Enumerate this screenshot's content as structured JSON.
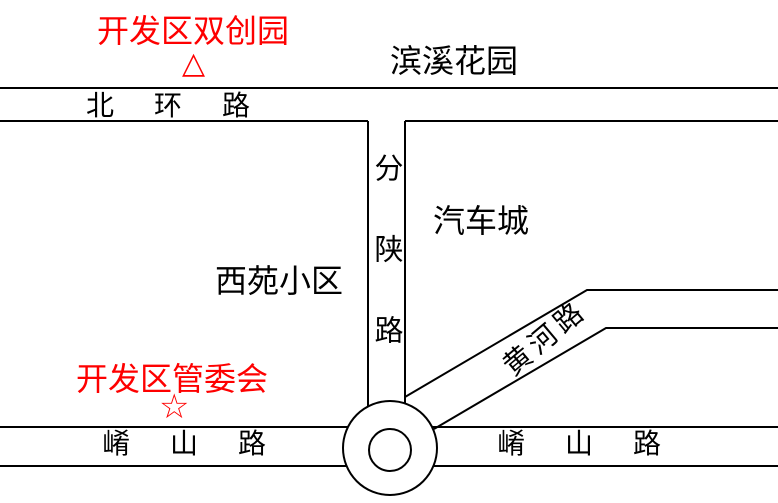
{
  "colors": {
    "road_line": "#000000",
    "landmark_red": "#fe0000",
    "background": "#ffffff"
  },
  "landmarks": {
    "innovation_park": {
      "label": "开发区双创园",
      "marker": "triangle-outline"
    },
    "committee": {
      "label": "开发区管委会",
      "marker": "star-outline"
    }
  },
  "markers": {
    "triangle": "△",
    "star": "☆"
  },
  "places": {
    "binxi_garden": "滨溪花园",
    "auto_city": "汽车城",
    "xiyuan_community": "西苑小区"
  },
  "roads": {
    "beihuan": "北环路",
    "fenshan": "分陕路",
    "huanghe": "黄河路",
    "xiaoshan_left": "崤山路",
    "xiaoshan_right": "崤山路"
  }
}
